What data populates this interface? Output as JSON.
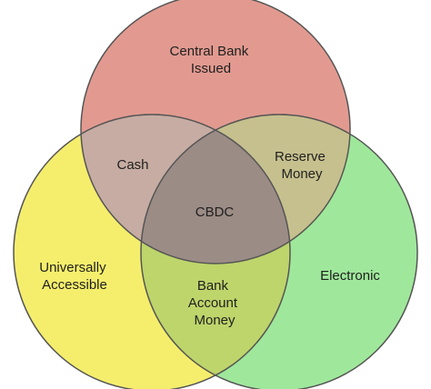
{
  "venn": {
    "sets": {
      "top": {
        "label_lines": [
          "Central Bank",
          "Issued"
        ],
        "color": "#e29a90"
      },
      "left": {
        "label_lines": [
          "Universally",
          "Accessible"
        ],
        "color": "#f5ee6c"
      },
      "right": {
        "label_lines": [
          "Electronic"
        ],
        "color": "#9fe89b"
      }
    },
    "overlaps": {
      "top_left": {
        "label_lines": [
          "Cash"
        ],
        "color": "#c6aca2"
      },
      "top_right": {
        "label_lines": [
          "Reserve",
          "Money"
        ],
        "color": "#c6c08e"
      },
      "left_right": {
        "label_lines": [
          "Bank",
          "Account",
          "Money"
        ],
        "color": "#bed56b"
      },
      "center": {
        "label_lines": [
          "CBDC"
        ],
        "color": "#9c8c86"
      }
    },
    "outline_color": "#555555"
  }
}
